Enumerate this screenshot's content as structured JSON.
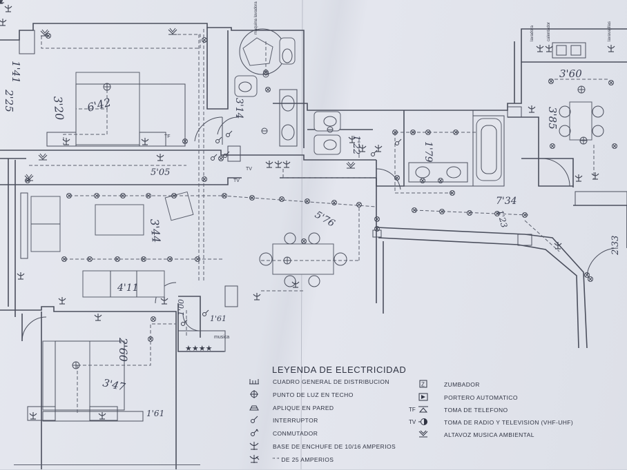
{
  "legend": {
    "title": "LEYENDA DE ELECTRICIDAD",
    "items": [
      {
        "symbol": "distribution-board-icon",
        "label": "CUADRO GENERAL DE DISTRIBUCION"
      },
      {
        "symbol": "ceiling-light-icon",
        "label": "PUNTO DE LUZ EN TECHO"
      },
      {
        "symbol": "wall-light-icon",
        "label": "APLIQUE EN PARED"
      },
      {
        "symbol": "switch-icon",
        "label": "INTERRUPTOR"
      },
      {
        "symbol": "commutator-icon",
        "label": "CONMUTADOR"
      },
      {
        "symbol": "socket-icon",
        "label": "BASE DE ENCHUFE DE 10/16 AMPERIOS"
      },
      {
        "symbol": "socket-25a-icon",
        "label": "\"         \"         DE 25 AMPERIOS"
      },
      {
        "symbol": "buzzer-icon",
        "label": "ZUMBADOR"
      },
      {
        "symbol": "door-intercom-icon",
        "label": "PORTERO AUTOMATICO"
      },
      {
        "symbol": "phone-socket-icon",
        "code": "TF",
        "label": "TOMA DE TELEFONO"
      },
      {
        "symbol": "tv-socket-icon",
        "code": "TV",
        "label": "TOMA DE RADIO Y TELEVISION (VHF-UHF)"
      },
      {
        "symbol": "speaker-icon",
        "label": "ALTAVOZ  MUSICA AMBIENTAL"
      }
    ]
  },
  "plan_labels": {
    "tv_1": "TV",
    "tv_2": "TV",
    "tf": "TF",
    "musica": "musica",
    "lavadora": "lavadora",
    "calentador": "calentador",
    "lavavajillas": "lavavajillas",
    "maquina": "maquina lavadora"
  },
  "handwritten": {
    "bed1_w": "3'20",
    "bed1_l": "6'42",
    "top_left": "1'41",
    "left_edge": "2'25",
    "hall_a": "5'05",
    "living_w": "3'44",
    "living_l": "4'11",
    "bath1": "3'14",
    "bath2": "1'22",
    "bath3": "1'79",
    "kitchen_w": "3'60",
    "kitchen_l": "3'85",
    "dining": "5'76",
    "corridor": "7'34",
    "corridor_w": "1'23",
    "bed2_l": "2'60",
    "bed2_w": "3'47",
    "bed2_b": "1'61",
    "closet": "1'61",
    "small": "1'00",
    "right_edge": "2'33"
  }
}
